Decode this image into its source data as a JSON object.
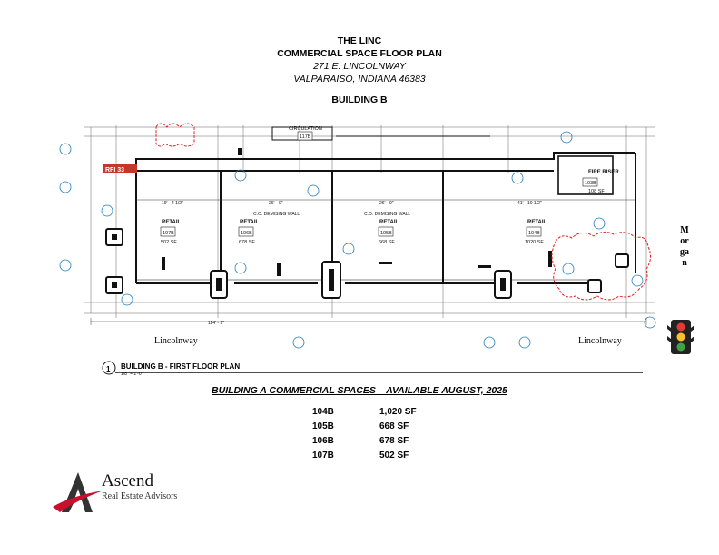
{
  "header": {
    "name": "THE LINC",
    "title": "COMMERCIAL SPACE FLOOR PLAN",
    "address1": "271 E. LINCOLNWAY",
    "address2": "VALPARAISO, INDIANA 46383",
    "building": "BUILDING B"
  },
  "plan": {
    "circulation_label": "CIRCULATION",
    "circulation_room": "117B",
    "rfi_tag": "RFI 33",
    "fire_riser_label": "FIRE RISER",
    "fire_riser_room": "103B",
    "fire_riser_sf": "108 SF",
    "demising_label": "C.O. DEMISING WALL",
    "retail_label": "RETAIL",
    "units": [
      {
        "room": "107B",
        "sf": "502 SF",
        "width": "19' - 4 1/2\""
      },
      {
        "room": "106B",
        "sf": "678 SF",
        "width": "26' - 9\""
      },
      {
        "room": "105B",
        "sf": "668 SF",
        "width": "26' - 9\""
      },
      {
        "room": "104B",
        "sf": "1020 SF",
        "width": "41' - 10 1/2\""
      }
    ],
    "overall_dim": "114' - 9\"",
    "streets": {
      "south_left": "Lincolnway",
      "south_right": "Lincolnway",
      "east": "Morgan"
    },
    "title": "BUILDING B - FIRST FLOOR PLAN",
    "scale": "1/8\" = 1'-0\"",
    "title_number": "1"
  },
  "availability": {
    "heading": "BUILDING A COMMERCIAL SPACES – AVAILABLE AUGUST, 2025",
    "rows": [
      {
        "unit": "104B",
        "sf": "1,020 SF"
      },
      {
        "unit": "105B",
        "sf": "668 SF"
      },
      {
        "unit": "106B",
        "sf": "678 SF"
      },
      {
        "unit": "107B",
        "sf": "502 SF"
      }
    ]
  },
  "logo": {
    "name": "Ascend",
    "tagline": "Real Estate Advisors",
    "accent": "#c8102e"
  }
}
